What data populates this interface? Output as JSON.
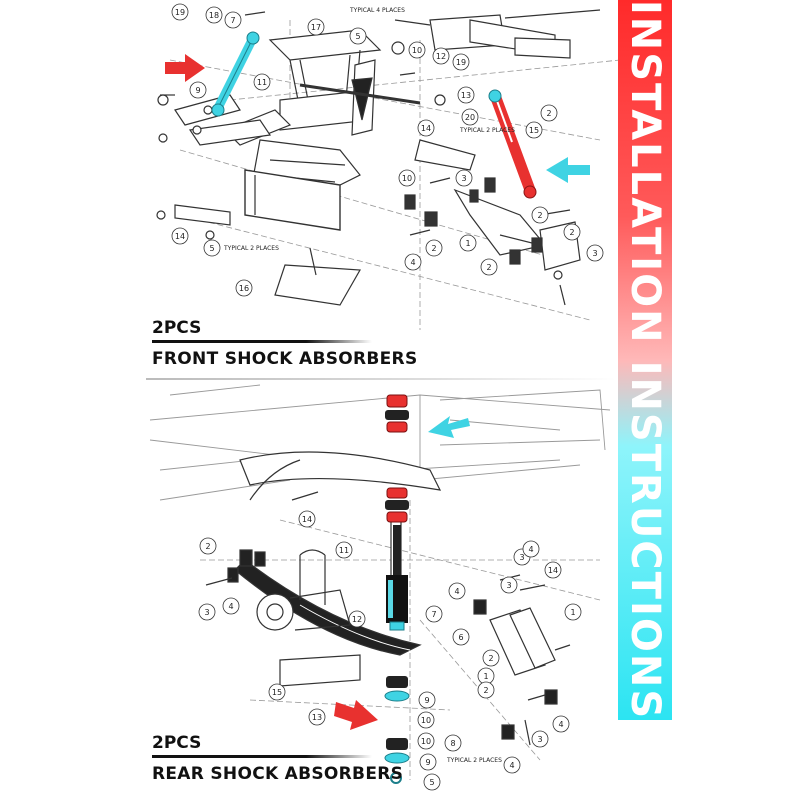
{
  "banner": {
    "text": "INSTALLATION INSTRUCTIONS",
    "color_top": "#ff2a2a",
    "color_bottom": "#2ce4f2"
  },
  "front": {
    "quantity": "2PCS",
    "title": "FRONT SHOCK ABSORBERS",
    "note_a": "TYPICAL 4 PLACES",
    "note_b": "TYPICAL 2 PLACES",
    "note_c": "TYPICAL 2 PLACES"
  },
  "rear": {
    "quantity": "2PCS",
    "title": "REAR SHOCK ABSORBERS",
    "note": "TYPICAL 2 PLACES"
  },
  "colors": {
    "highlight_red": "#e8312f",
    "highlight_cyan": "#3fd3e3",
    "line": "#333333"
  },
  "callouts": {
    "front": [
      "19",
      "18",
      "7",
      "17",
      "5",
      "10",
      "12",
      "19",
      "11",
      "9",
      "13",
      "20",
      "14",
      "2",
      "15",
      "10",
      "3",
      "2",
      "2",
      "4",
      "2",
      "1",
      "2",
      "14",
      "5",
      "16",
      "3"
    ],
    "rear": [
      "2",
      "14",
      "11",
      "3",
      "4",
      "3",
      "12",
      "4",
      "6",
      "7",
      "3",
      "4",
      "14",
      "1",
      "2",
      "1",
      "2",
      "15",
      "13",
      "9",
      "10",
      "10",
      "9",
      "8",
      "5",
      "4",
      "3",
      "4"
    ]
  }
}
